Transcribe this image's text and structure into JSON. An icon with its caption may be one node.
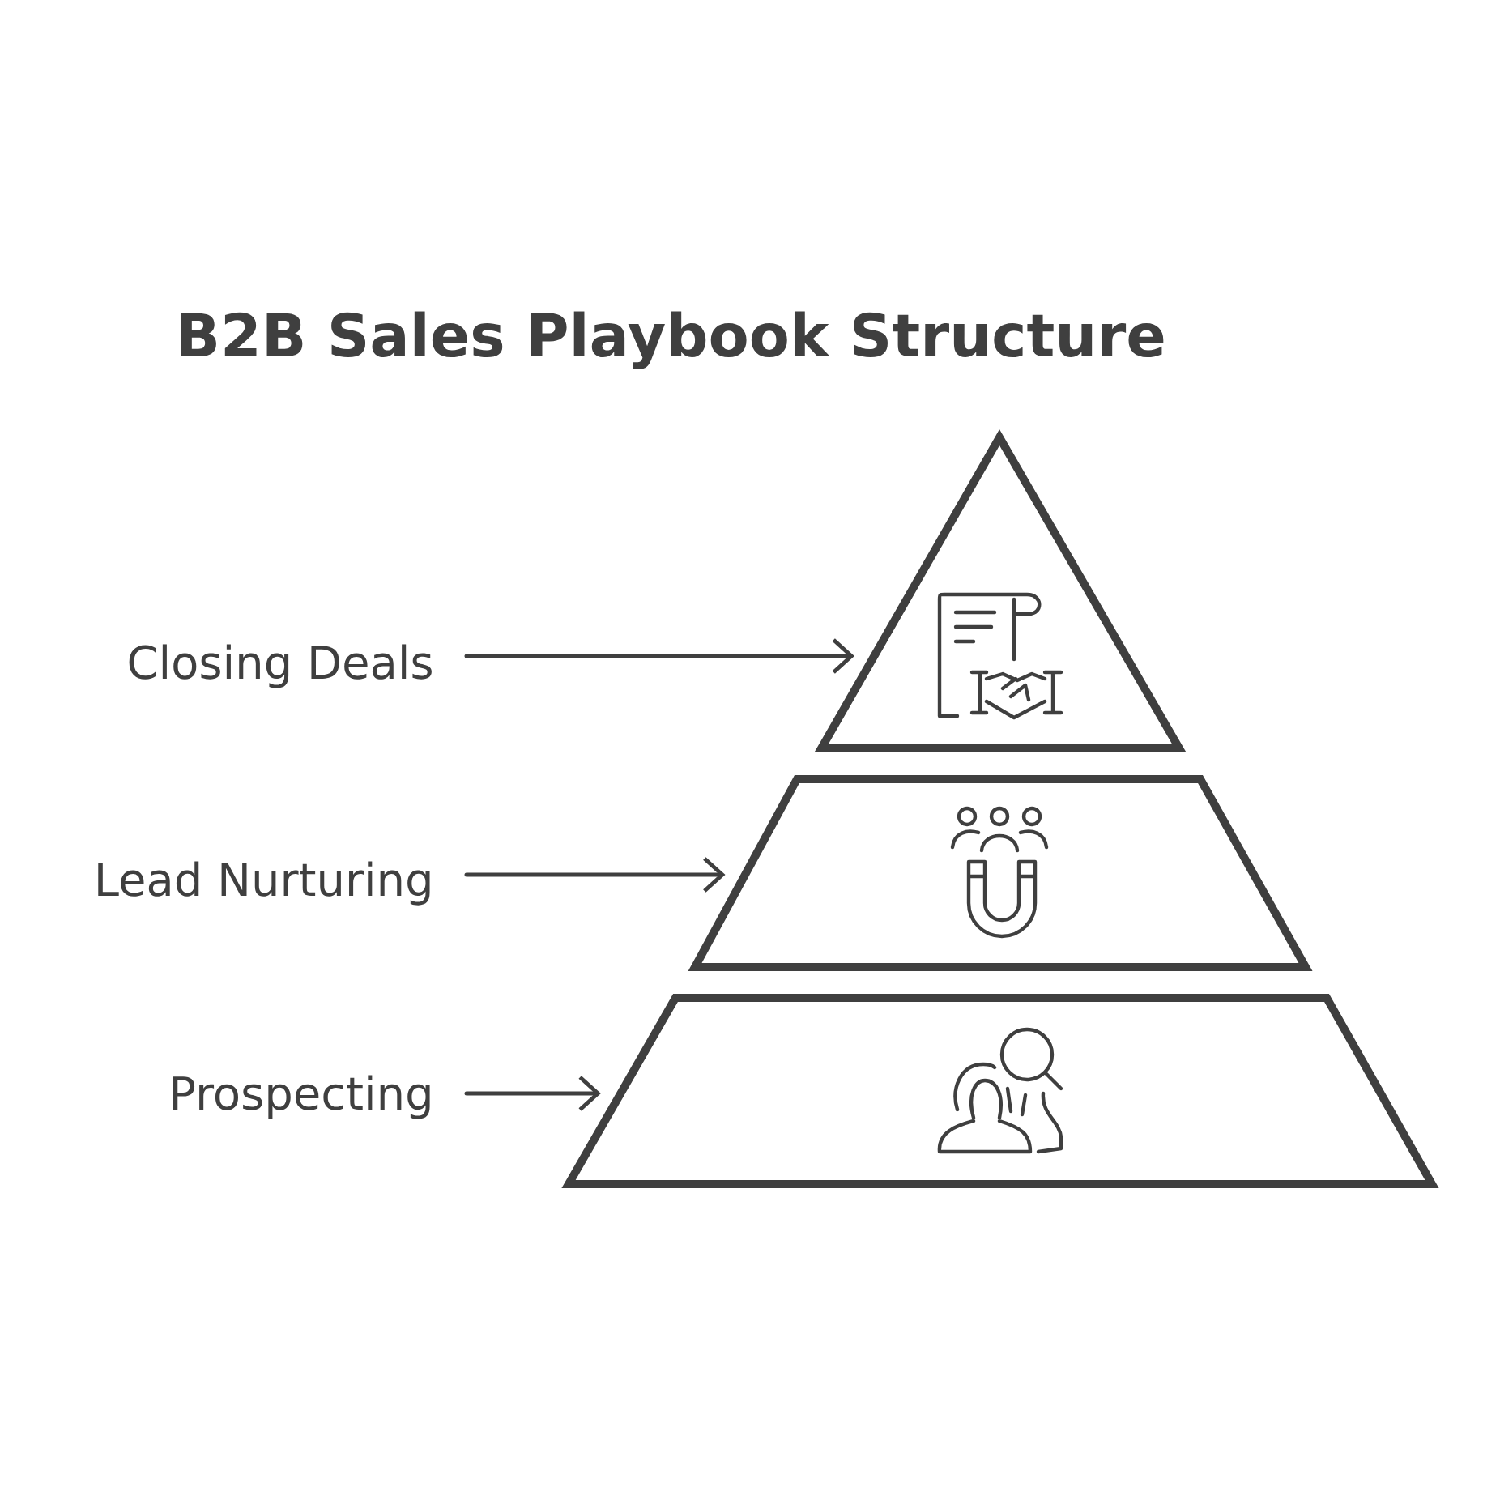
{
  "diagram": {
    "title": "B2B Sales Playbook Structure",
    "nodes": [
      {
        "text": [
          "Closing Deals"
        ]
      },
      {
        "text": [],
        "shape": "triangle"
      },
      {
        "text": [
          "Lead Nurturing"
        ]
      },
      {
        "text": [],
        "shape": "trapezoid"
      },
      {
        "text": [
          "Prospecting"
        ]
      },
      {
        "text": [],
        "shape": "trapezoid"
      }
    ],
    "edges": [
      {
        "from": 0,
        "to": 1,
        "arrow": "to"
      },
      {
        "from": 2,
        "to": 3,
        "arrow": "to"
      },
      {
        "from": 4,
        "to": 5,
        "arrow": "to"
      }
    ]
  }
}
